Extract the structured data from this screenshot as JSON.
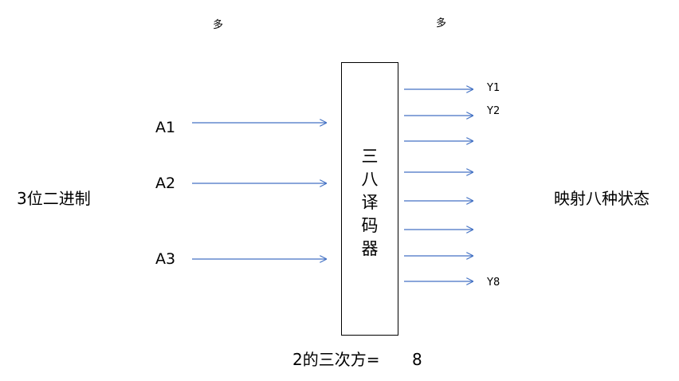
{
  "top_marks": [
    "多",
    "多"
  ],
  "inputs": [
    "A1",
    "A2",
    "A3"
  ],
  "left_label": "3位二进制",
  "decoder_chars": [
    "三",
    "八",
    "译",
    "码",
    "器"
  ],
  "outputs": [
    "Y1",
    "Y2",
    "Y8"
  ],
  "right_label": "映射八种状态",
  "formula": "2的三次方=",
  "formula_result": "8",
  "arrow_color": "#4472C4"
}
